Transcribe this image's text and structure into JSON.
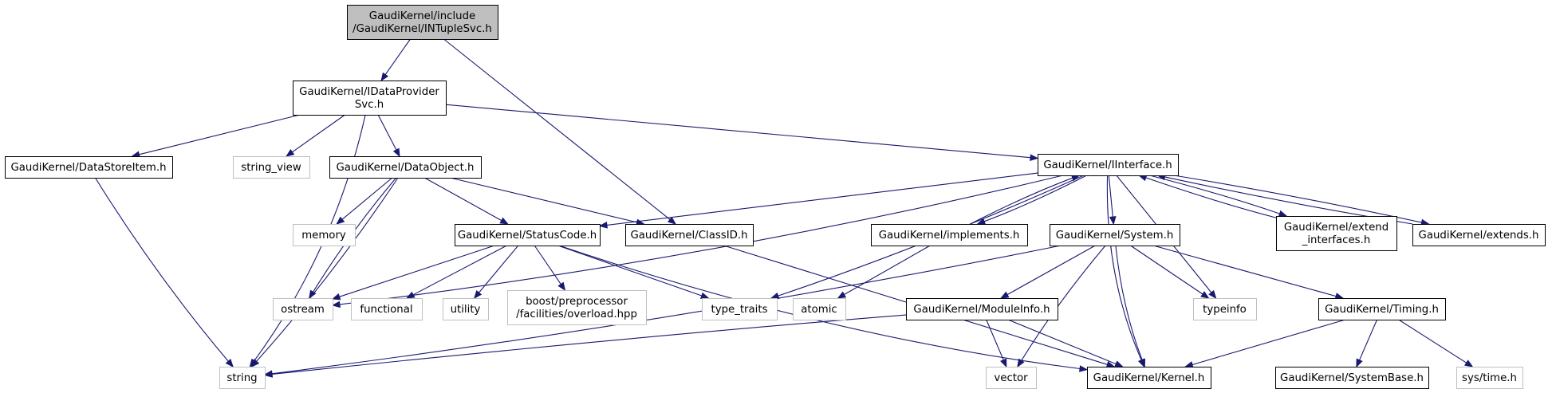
{
  "graph": {
    "nodes": [
      {
        "id": "ntuplesvc",
        "lines": [
          "GaudiKernel/include",
          "/GaudiKernel/INTupleSvc.h"
        ],
        "kind": "root"
      },
      {
        "id": "idataprovidersvc",
        "lines": [
          "GaudiKernel/IDataProvider",
          "Svc.h"
        ],
        "kind": "header"
      },
      {
        "id": "datastoreitem",
        "lines": [
          "GaudiKernel/DataStoreItem.h"
        ],
        "kind": "header"
      },
      {
        "id": "string_view",
        "lines": [
          "string_view"
        ],
        "kind": "external"
      },
      {
        "id": "dataobject",
        "lines": [
          "GaudiKernel/DataObject.h"
        ],
        "kind": "header"
      },
      {
        "id": "iinterface",
        "lines": [
          "GaudiKernel/IInterface.h"
        ],
        "kind": "header"
      },
      {
        "id": "memory",
        "lines": [
          "memory"
        ],
        "kind": "external"
      },
      {
        "id": "statuscode",
        "lines": [
          "GaudiKernel/StatusCode.h"
        ],
        "kind": "header"
      },
      {
        "id": "classid",
        "lines": [
          "GaudiKernel/ClassID.h"
        ],
        "kind": "header"
      },
      {
        "id": "implements",
        "lines": [
          "GaudiKernel/implements.h"
        ],
        "kind": "header"
      },
      {
        "id": "system",
        "lines": [
          "GaudiKernel/System.h"
        ],
        "kind": "header"
      },
      {
        "id": "extend_interfaces",
        "lines": [
          "GaudiKernel/extend",
          "_interfaces.h"
        ],
        "kind": "header"
      },
      {
        "id": "extends",
        "lines": [
          "GaudiKernel/extends.h"
        ],
        "kind": "header"
      },
      {
        "id": "ostream",
        "lines": [
          "ostream"
        ],
        "kind": "external"
      },
      {
        "id": "functional",
        "lines": [
          "functional"
        ],
        "kind": "external"
      },
      {
        "id": "utility",
        "lines": [
          "utility"
        ],
        "kind": "external"
      },
      {
        "id": "boost_overload",
        "lines": [
          "boost/preprocessor",
          "/facilities/overload.hpp"
        ],
        "kind": "external"
      },
      {
        "id": "type_traits",
        "lines": [
          "type_traits"
        ],
        "kind": "external"
      },
      {
        "id": "atomic",
        "lines": [
          "atomic"
        ],
        "kind": "external"
      },
      {
        "id": "moduleinfo",
        "lines": [
          "GaudiKernel/ModuleInfo.h"
        ],
        "kind": "header"
      },
      {
        "id": "typeinfo",
        "lines": [
          "typeinfo"
        ],
        "kind": "external"
      },
      {
        "id": "timing",
        "lines": [
          "GaudiKernel/Timing.h"
        ],
        "kind": "header"
      },
      {
        "id": "string",
        "lines": [
          "string"
        ],
        "kind": "external"
      },
      {
        "id": "vector",
        "lines": [
          "vector"
        ],
        "kind": "external"
      },
      {
        "id": "kernel",
        "lines": [
          "GaudiKernel/Kernel.h"
        ],
        "kind": "header"
      },
      {
        "id": "systembase",
        "lines": [
          "GaudiKernel/SystemBase.h"
        ],
        "kind": "header"
      },
      {
        "id": "systime",
        "lines": [
          "sys/time.h"
        ],
        "kind": "external"
      }
    ],
    "edges": [
      {
        "from": "ntuplesvc",
        "to": "idataprovidersvc"
      },
      {
        "from": "ntuplesvc",
        "to": "classid"
      },
      {
        "from": "idataprovidersvc",
        "to": "datastoreitem"
      },
      {
        "from": "idataprovidersvc",
        "to": "string_view"
      },
      {
        "from": "idataprovidersvc",
        "to": "dataobject"
      },
      {
        "from": "idataprovidersvc",
        "to": "iinterface"
      },
      {
        "from": "idataprovidersvc",
        "to": "string"
      },
      {
        "from": "datastoreitem",
        "to": "string"
      },
      {
        "from": "dataobject",
        "to": "memory"
      },
      {
        "from": "dataobject",
        "to": "statuscode"
      },
      {
        "from": "dataobject",
        "to": "classid"
      },
      {
        "from": "dataobject",
        "to": "ostream"
      },
      {
        "from": "dataobject",
        "to": "string"
      },
      {
        "from": "iinterface",
        "to": "statuscode"
      },
      {
        "from": "iinterface",
        "to": "implements"
      },
      {
        "from": "iinterface",
        "to": "system"
      },
      {
        "from": "iinterface",
        "to": "extend_interfaces"
      },
      {
        "from": "iinterface",
        "to": "extends"
      },
      {
        "from": "iinterface",
        "to": "ostream"
      },
      {
        "from": "iinterface",
        "to": "type_traits"
      },
      {
        "from": "iinterface",
        "to": "typeinfo"
      },
      {
        "from": "iinterface",
        "to": "kernel"
      },
      {
        "from": "implements",
        "to": "iinterface"
      },
      {
        "from": "implements",
        "to": "atomic"
      },
      {
        "from": "extend_interfaces",
        "to": "iinterface"
      },
      {
        "from": "extends",
        "to": "iinterface"
      },
      {
        "from": "statuscode",
        "to": "ostream"
      },
      {
        "from": "statuscode",
        "to": "functional"
      },
      {
        "from": "statuscode",
        "to": "utility"
      },
      {
        "from": "statuscode",
        "to": "boost_overload"
      },
      {
        "from": "statuscode",
        "to": "type_traits"
      },
      {
        "from": "statuscode",
        "to": "kernel"
      },
      {
        "from": "classid",
        "to": "kernel"
      },
      {
        "from": "system",
        "to": "moduleinfo"
      },
      {
        "from": "system",
        "to": "typeinfo"
      },
      {
        "from": "system",
        "to": "timing"
      },
      {
        "from": "system",
        "to": "string"
      },
      {
        "from": "system",
        "to": "vector"
      },
      {
        "from": "system",
        "to": "kernel"
      },
      {
        "from": "moduleinfo",
        "to": "string"
      },
      {
        "from": "moduleinfo",
        "to": "vector"
      },
      {
        "from": "moduleinfo",
        "to": "kernel"
      },
      {
        "from": "timing",
        "to": "kernel"
      },
      {
        "from": "timing",
        "to": "systembase"
      },
      {
        "from": "timing",
        "to": "systime"
      }
    ]
  }
}
